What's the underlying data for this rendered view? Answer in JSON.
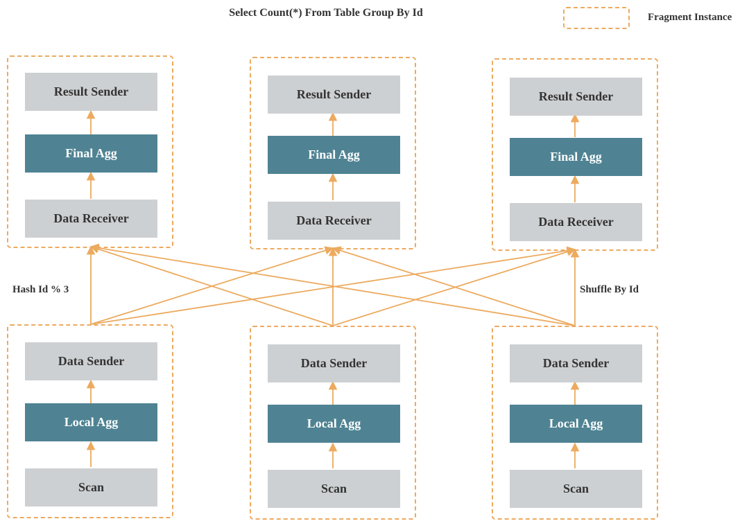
{
  "title": "Select Count(*) From Table Group By Id",
  "legend": {
    "label": "Fragment Instance"
  },
  "labels": {
    "left": "Hash Id % 3",
    "right": "Shuffle By Id"
  },
  "colors": {
    "accent": "#ecaa5f",
    "dark_node": "#4f8393",
    "light_node": "#cdd0d2"
  },
  "top_fragments": [
    {
      "nodes": [
        "Result Sender",
        "Final Agg",
        "Data Receiver"
      ]
    },
    {
      "nodes": [
        "Result Sender",
        "Final Agg",
        "Data Receiver"
      ]
    },
    {
      "nodes": [
        "Result Sender",
        "Final Agg",
        "Data Receiver"
      ]
    }
  ],
  "bottom_fragments": [
    {
      "nodes": [
        "Data Sender",
        "Local Agg",
        "Scan"
      ]
    },
    {
      "nodes": [
        "Data Sender",
        "Local Agg",
        "Scan"
      ]
    },
    {
      "nodes": [
        "Data Sender",
        "Local Agg",
        "Scan"
      ]
    }
  ]
}
